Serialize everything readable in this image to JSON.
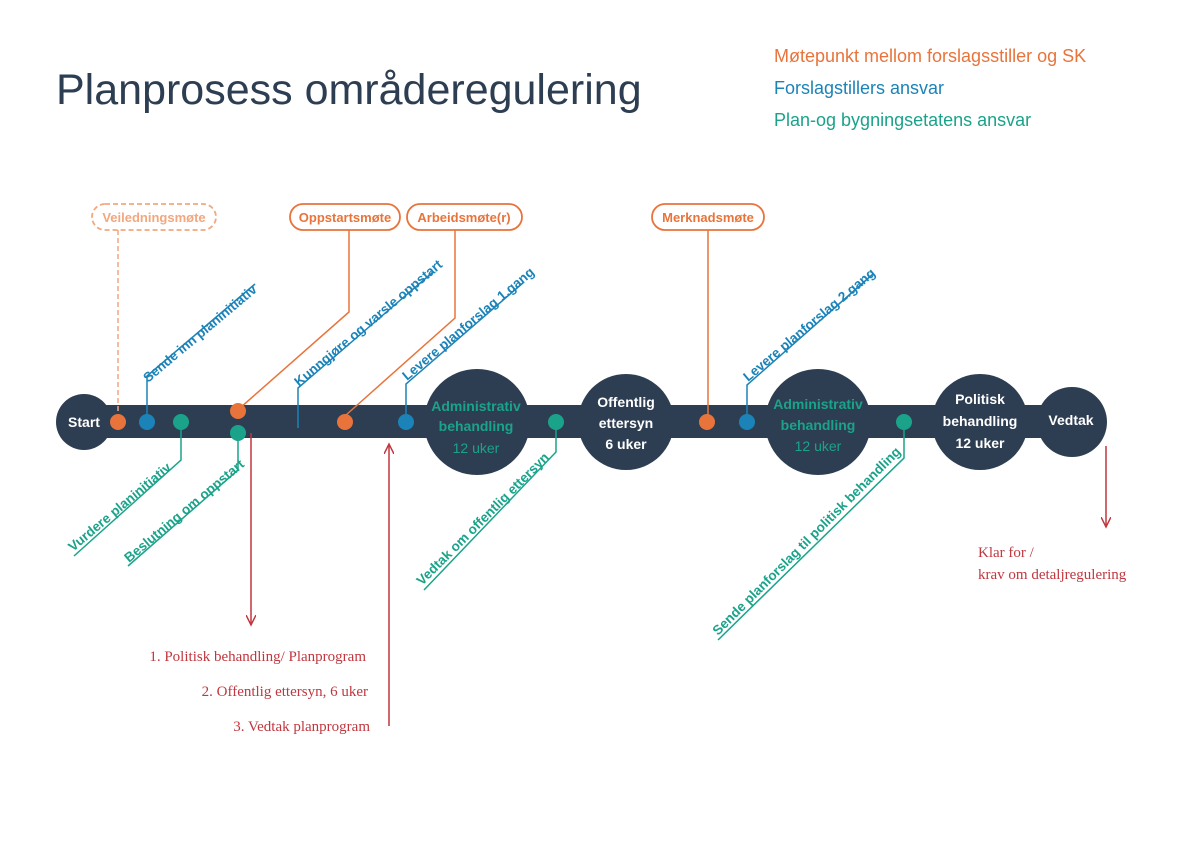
{
  "title": "Planprosess områderegulering",
  "legend": [
    {
      "label": "Møtepunkt mellom forslagsstiller og SK",
      "color": "#e8743b"
    },
    {
      "label": "Forslagstillers ansvar",
      "color": "#1b83b8"
    },
    {
      "label": "Plan-og bygningsetatens ansvar",
      "color": "#1aa38a"
    }
  ],
  "colors": {
    "timeline": "#2e3e52",
    "meeting": "#e8743b",
    "proposer": "#1b83b8",
    "agency": "#1aa38a",
    "political": "#c0373f"
  },
  "nodes": {
    "start": "Start",
    "admin1": [
      "Administrativ",
      "behandling",
      "12 uker"
    ],
    "hearing": [
      "Offentlig",
      "ettersyn",
      "6 uker"
    ],
    "admin2": [
      "Administrativ",
      "behandling",
      "12 uker"
    ],
    "political": [
      "Politisk",
      "behandling",
      "12 uker"
    ],
    "vedtak": "Vedtak"
  },
  "meetings": {
    "veiledning": "Veiledningsmøte",
    "oppstart": "Oppstartsmøte",
    "arbeid": "Arbeidsmøte(r)",
    "merknad": "Merknadsmøte"
  },
  "steps": {
    "sende_inn": "Sende inn planinitiativ",
    "kunngjore": "Kunngjøre og varsle oppstart",
    "levere1": "Levere planforslag 1.gang",
    "levere2": "Levere planforslag 2.gang",
    "vurdere": "Vurdere planinitiativ",
    "beslutning": "Beslutning om oppstart",
    "vedtak_ettersyn": "Vedtak om offentlig ettersyn",
    "sende_politisk": "Sende planforslag til politisk behandling"
  },
  "notes": {
    "planprogram": [
      "1. Politisk behandling/ Planprogram",
      "2. Offentlig ettersyn, 6 uker",
      "3. Vedtak planprogram"
    ],
    "ready": [
      "Klar for /",
      "krav om detaljregulering"
    ]
  }
}
